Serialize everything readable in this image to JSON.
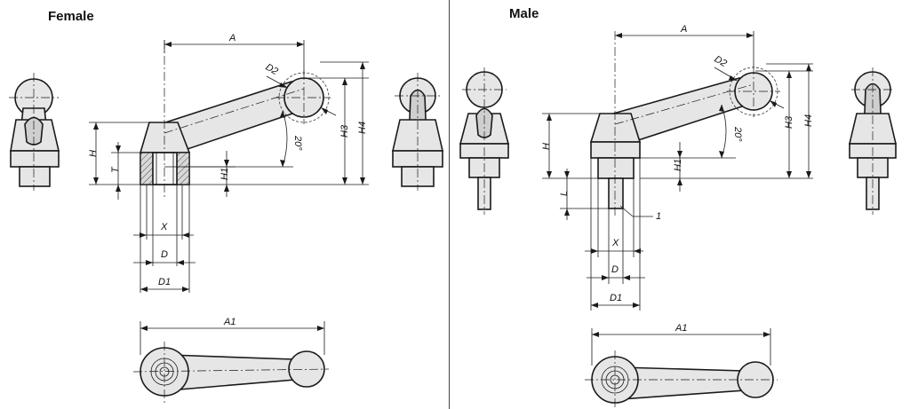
{
  "headings": {
    "female": "Female",
    "male": "Male"
  },
  "labels": {
    "A": "A",
    "A1": "A1",
    "D": "D",
    "D1": "D1",
    "D2": "D2",
    "X": "X",
    "H": "H",
    "H1": "H1",
    "H3": "H3",
    "H4": "H4",
    "T": "T",
    "L": "L",
    "angle": "20°",
    "item1": "1"
  }
}
